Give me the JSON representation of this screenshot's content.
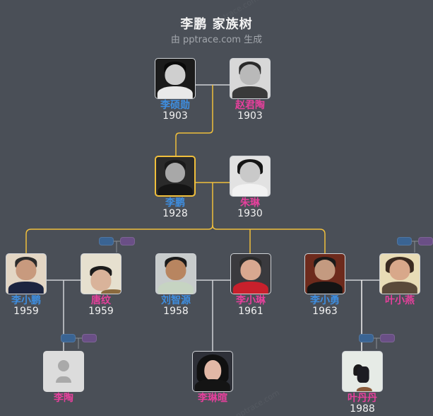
{
  "header": {
    "title": "李鹏 家族树",
    "subtitle": "由 pptrace.com 生成"
  },
  "colors": {
    "background": "#4a4f57",
    "male": "#3e8ee0",
    "female": "#e6409c",
    "lineage_line": "#f0bf3c",
    "spouse_line": "#cfd2d6",
    "selected_border": "#f0bf3c"
  },
  "people": [
    {
      "id": "li-shuoxun",
      "name": "李硕勋",
      "year": "1903",
      "gender": "male",
      "generation": 1
    },
    {
      "id": "zhao-juntao",
      "name": "赵君陶",
      "year": "1903",
      "gender": "female",
      "generation": 1
    },
    {
      "id": "li-peng",
      "name": "李鹏",
      "year": "1928",
      "gender": "male",
      "generation": 2,
      "selected": true
    },
    {
      "id": "zhu-lin",
      "name": "朱琳",
      "year": "1930",
      "gender": "female",
      "generation": 2
    },
    {
      "id": "li-xiaopeng",
      "name": "李小鹏",
      "year": "1959",
      "gender": "male",
      "generation": 3
    },
    {
      "id": "tang-wen",
      "name": "唐纹",
      "year": "1959",
      "gender": "female",
      "generation": 3
    },
    {
      "id": "liu-zhiyuan",
      "name": "刘智源",
      "year": "1958",
      "gender": "male",
      "generation": 3
    },
    {
      "id": "li-xiaolin",
      "name": "李小琳",
      "year": "1961",
      "gender": "female",
      "generation": 3
    },
    {
      "id": "li-xiaoyong",
      "name": "李小勇",
      "year": "1963",
      "gender": "male",
      "generation": 3
    },
    {
      "id": "ye-xiaoyan",
      "name": "叶小燕",
      "year": "",
      "gender": "female",
      "generation": 3
    },
    {
      "id": "li-tao",
      "name": "李陶",
      "year": "",
      "gender": "female",
      "generation": 4
    },
    {
      "id": "li-linxuan",
      "name": "李琳暄",
      "year": "",
      "gender": "female",
      "generation": 4
    },
    {
      "id": "ye-dandan",
      "name": "叶丹丹",
      "year": "1988",
      "gender": "female",
      "generation": 4
    }
  ],
  "watermark": "pptrace.com"
}
